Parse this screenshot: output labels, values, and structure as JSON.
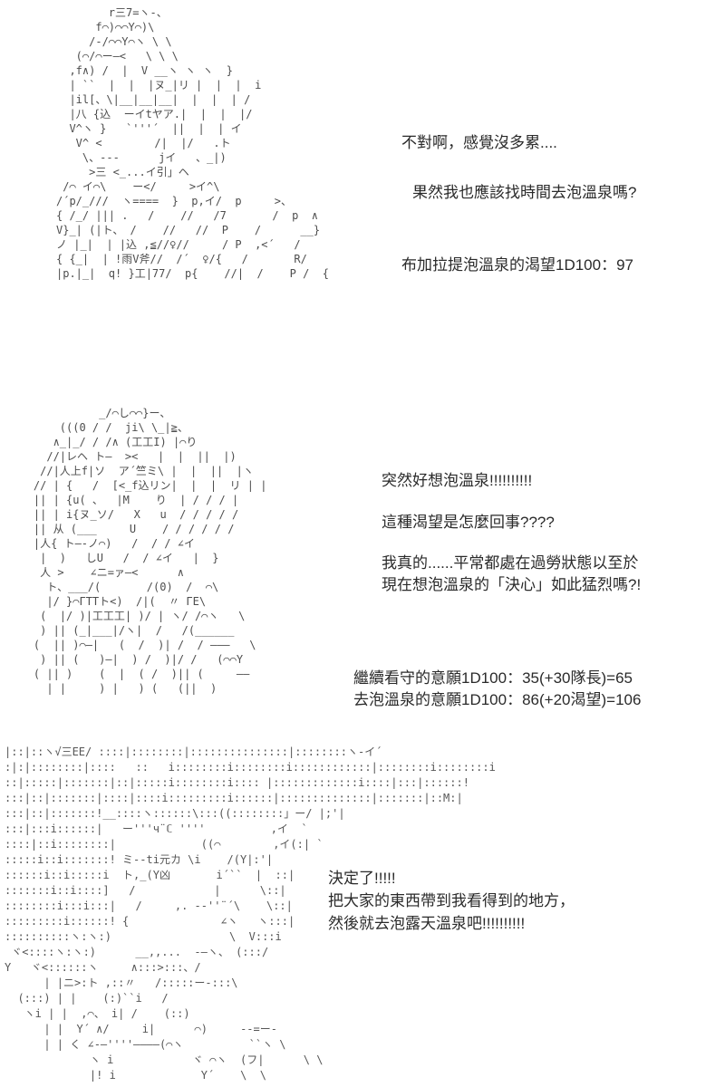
{
  "colors": {
    "background": "#ffffff",
    "text": "#2a2a2a",
    "ascii_art": "#4d4d4d"
  },
  "scene1": {
    "line1": "不對啊，感覺沒多累....",
    "line2": "果然我也應該找時間去泡溫泉嗎?",
    "roll": "布加拉提泡溫泉的渴望1D100：97"
  },
  "scene2": {
    "line1": "突然好想泡溫泉!!!!!!!!!!",
    "line2": "這種渴望是怎麼回事????",
    "line3a": "我真的......平常都處在過勞狀態以至於",
    "line3b": "現在想泡溫泉的「決心」如此猛烈嗎?!",
    "roll1": "繼續看守的意願1D100：35(+30隊長)=65",
    "roll2": "去泡溫泉的意願1D100：86(+20渴望)=106"
  },
  "scene3": {
    "line1": "決定了!!!!!",
    "line2": "把大家的東西帶到我看得到的地方，",
    "line3": "然後就去泡露天溫泉吧!!!!!!!!!!"
  },
  "ascii_art": {
    "figure1": {
      "lines": [
        "        r三7=ヽ-、",
        "      f⌒)⌒⌒Y⌒)\\",
        "     /-/⌒⌒Y⌒ヽ \\ \\",
        "   (⌒/⌒ー―<   \\ \\ \\",
        "  ,f∧) /  |  V __ヽ ヽ ヽ  }",
        "  | ``  |  |  |ヌ_|リ |  |  |  i",
        "  |il[、\\|__|__|__|  |  |  | /",
        "  |八 {込  ーイtヤア.|  |  |  |/",
        "  V^ヽ }   `'''´  ||  |  | イ",
        "   V^ <        /|  |/   .ト",
        "    \\、---      jイ   、_|)",
        "     >三 <_...イ引」ヘ",
        " /⌒ イ⌒\\    ー</     >イ^\\",
        "/´p/_///  ヽ====  }  p,イ/  p     >、",
        "{ /_/ ||| .   /    //   /7       /  p  ∧",
        "V}_| (|ト、 /    //   //  P    /      __}",
        "ノ |_|  | |込 ,≦//♀//     / P  ,<´   /",
        "{ {_|  | !雨V斧//  /´  ♀/{   /       R/",
        "|p.|_|  q! }工|77/  p{    //|  /    P /  {"
      ]
    },
    "figure2": {
      "lines": [
        "              _/⌒し⌒⌒}ー、",
        "        (((0 / /  ji\\ \\_|≧、",
        "       ∧_|_/ / /∧ (工工I) |⌒り",
        "      //|レヘ ト―  ><   |  |  ||  |)",
        "     //|人上f|ソ  ア´竺ミ\\ |  |  ||  |ヽ",
        "    // | {   /  [<_f込リン|  |  |  リ | |",
        "    || | {u( 、  |M    り  | / / / |",
        "    || | i{ヌ_ソ/   X   u  / / / / /",
        "    || 从 (___     U    / / / / / /",
        "    |人{ ト―‐ノ⌒)   /  / / ∠イ",
        "     |  )   しU   /  / ∠イ   |  }",
        "     人 >    ∠ニ=ァ―<      ∧",
        "      ト、___/(       /(0)  /  ⌒\\",
        "      |/ }⌒ГТТト<)  /|(  〃 ГЕ\\",
        "     (  |/ )|工工工| )/ | ヽ/ /⌒ヽ   \\",
        "     ) || (_|___|/ヽ|  /   /(______",
        "    (  || )⌒―|   (  /  )| /  / ―――   \\",
        "     ) || (   )―|  ) /  )|/ /   (⌒⌒Y",
        "    ( || )    (  |  ( /  )|| (     ――",
        "      | |     ) |   ) (   (||  )"
      ]
    },
    "figure3": {
      "lines": [
        "|::|::ヽ√三ΕΕ/ ::::|::::::::|:::::::::::::::|::::::::ヽ-イ´",
        ":|:|::::::::|::::   ::   i::::::::i::::::::i::::::::::::|::::::::i::::::::i",
        "::|:::::|:::::::|::|:::::i::::::::i:::: |:::::::::::::i::::|:::|::::::!",
        ":::|::|:::::::|::::|::::i:::::::::i::::::|::::::::::::::|:::::::|::M:|",
        ":::|::|:::::::!__::::ヽ::::::\\:::((::::::::」ー/ |;'|",
        ":::|:::i::::::|   ー'''ч¨ℂ ''''          ,イ  `",
        "::::|::i::::::::|             ((⌒        ,イ(:| `",
        ":::::i::i:::::::! ミ--ti元カ \\i    /(Y|:'|",
        "::::::i::i:::::i  ト,_(Y凶       i´``  |  ::|",
        ":::::::i::i::::]   /            |      \\::|",
        "::::::::i:::i:::|   /     ,. -‐''¨´\\    \\::|",
        ":::::::::i::::::! {              ∠ヽ   ヽ:::|",
        "::::::::::ヽ:ヽ:)                  \\  V:::i",
        " ヾ<::::ヽ:ヽ:)      __,,...  -―ヽ、 (:::/",
        "Y   ヾ<::::::ヽ     ∧:::>:::、/",
        "      | |ニ>:ト ,::〃   /:::::ー-:::\\",
        "  (:::) | |    (:)``i   /",
        "   ヽi | |  ,⌒、 i| /    (::)",
        "      | |  Y´ ∧/     i|      ⌒)     -‐=ー-",
        "      | | く ∠-―''''――――(⌒ヽ          ``ヽ \\",
        "             ヽ i            ヾ ⌒ヽ  (フ|      \\ \\",
        "             |! i             Y´    \\  \\"
      ]
    }
  }
}
